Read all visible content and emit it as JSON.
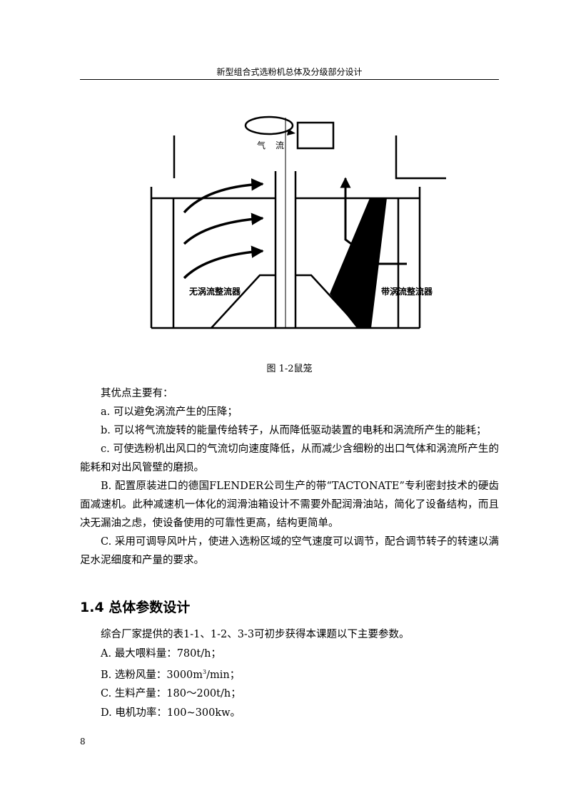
{
  "header": {
    "title": "新型组合式选粉机总体及分级部分设计"
  },
  "figure": {
    "label_airflow_1": "气",
    "label_airflow_2": "流",
    "label_left": "无涡流整流器",
    "label_right": "带涡流整流器",
    "caption": "图 1-2鼠笼"
  },
  "advantages": {
    "intro": "其优点主要有：",
    "a": "a. 可以避免涡流产生的压降；",
    "b": "b. 可以将气流旋转的能量传给转子，从而降低驱动装置的电耗和涡流所产生的能耗；",
    "c": "c. 可使选粉机出风口的气流切向速度降低，从而减少含细粉的出口气体和涡流所产生的能耗和对出风管壁的磨损。",
    "B": "B. 配置原装进口的德国FLENDER公司生产的带“TACTONATE”专利密封技术的硬齿面减速机。此种减速机一体化的润滑油箱设计不需要外配润滑油站，简化了设备结构，而且决无漏油之虑，使设备使用的可靠性更高，结构更简单。",
    "C": "C. 采用可调导风叶片，使进入选粉区域的空气速度可以调节，配合调节转子的转速以满足水泥细度和产量的要求。"
  },
  "section": {
    "heading": "1.4 总体参数设计"
  },
  "params": {
    "intro": "综合厂家提供的表1-1、1-2、3-3可初步获得本课题以下主要参数。",
    "A": "A. 最大喂料量：780t/h；",
    "B_prefix": "B. 选粉风量：3000m",
    "B_sup": "3",
    "B_suffix": "/min；",
    "C": "C. 生料产量：180～200t/h；",
    "D": "D. 电机功率：100~300kw。"
  },
  "page": {
    "number": "8"
  }
}
